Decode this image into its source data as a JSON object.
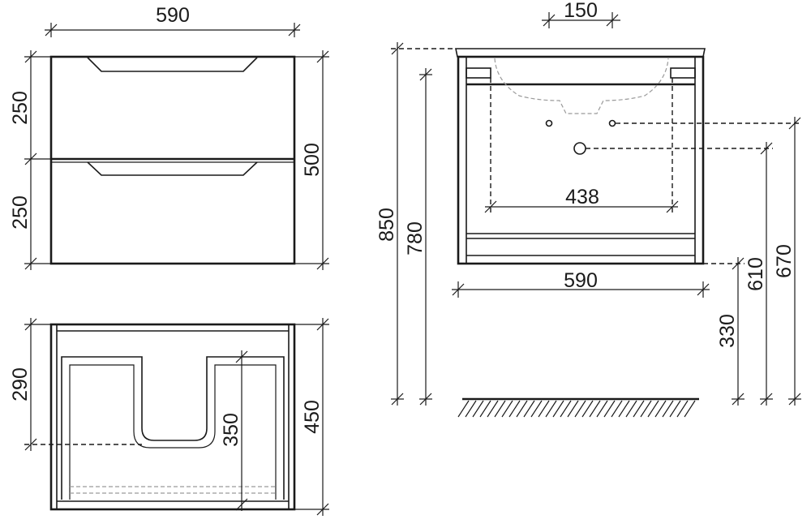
{
  "front_view": {
    "width_label": "590",
    "drawer_top_label": "250",
    "drawer_bottom_label": "250",
    "total_height_label": "500"
  },
  "side_view": {
    "top_offset_label": "290",
    "cutout_depth_label": "350",
    "depth_label": "450"
  },
  "back_view": {
    "pipe_width_label": "150",
    "hole_spacing_label": "438",
    "width_label": "590",
    "total_height_label": "850",
    "body_height_label": "780",
    "floor_gap_label": "330",
    "drain_height_label": "610",
    "supply_height_label": "670"
  }
}
